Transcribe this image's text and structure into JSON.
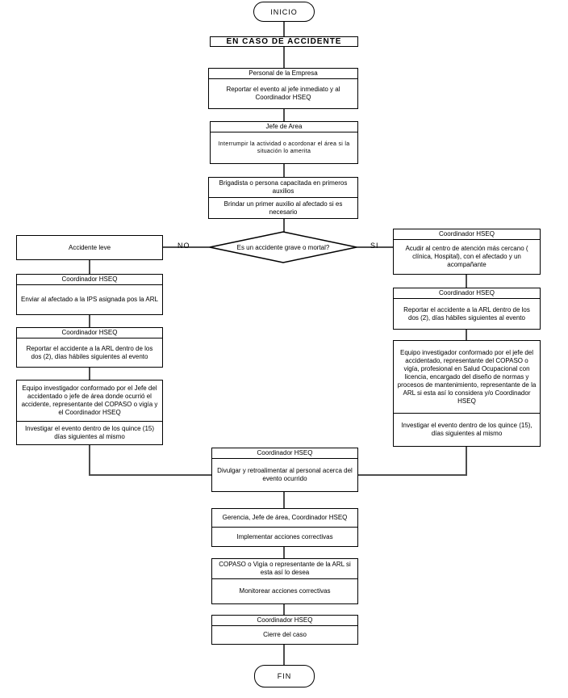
{
  "terminals": {
    "start": "INICIO",
    "end": "FIN"
  },
  "title": "EN CASO DE ACCIDENTE",
  "decision": {
    "question": "Es un accidente grave o mortal?",
    "no_label": "NO",
    "si_label": "SI"
  },
  "nodes": {
    "personal": {
      "header": "Personal de la Empresa",
      "body": "Reportar el evento al jefe inmediato y al Coordinador HSEQ"
    },
    "jefe_area": {
      "header": "Jefe de Area",
      "body": "Interrumpir la actividad o acordonar el área si la situación lo amerita"
    },
    "brigadista": {
      "header": "Brigadista o persona capacitada en primeros auxilios",
      "body": "Brindar un primer auxilio al afectado si es necesario"
    },
    "accidente_leve": {
      "label": "Accidente leve"
    },
    "left_ips": {
      "header": "Coordinador HSEQ",
      "body": "Enviar al afectado a la IPS asignada pos la ARL"
    },
    "left_arl": {
      "header": "Coordinador HSEQ",
      "body": "Reportar el accidente a la ARL dentro de los dos (2), días hábiles siguientes al evento"
    },
    "left_equipo": {
      "header": "Equipo investigador conformado por el Jefe del accidentado o jefe de área donde ocurrió el accidente, representante del COPASO o vigía y el Coordinador HSEQ",
      "body": "Investigar el evento dentro de los quince (15) días siguientes al mismo"
    },
    "right_acudir": {
      "header": "Coordinador HSEQ",
      "body": "Acudir al centro de atención más cercano ( clínica, Hospital), con el afectado y un acompañante"
    },
    "right_arl": {
      "header": "Coordinador HSEQ",
      "body": "Reportar el accidente a la ARL dentro de los dos (2), días hábiles siguientes al evento"
    },
    "right_equipo": {
      "header": "Equipo investigador conformado por el jefe del accidentado, representante del COPASO o vigía, profesional en Salud Ocupacional con licencia, encargado del diseño de normas y procesos de mantenimiento, representante de la ARL si esta así lo considera y/o Coordinador HSEQ",
      "body": "Investigar el evento dentro de los quince (15), días siguientes al mismo"
    },
    "divulgar": {
      "header": "Coordinador HSEQ",
      "body": "Divulgar y retroalimentar al personal acerca del evento ocurrido"
    },
    "gerencia": {
      "header": "Gerencia, Jefe de área, Coordinador HSEQ",
      "body": "Implementar acciones correctivas"
    },
    "copaso": {
      "header": "COPASO o Vigía o representante de la ARL si esta así lo desea",
      "body": "Monitorear acciones correctivas"
    },
    "cierre": {
      "header": "Coordinador HSEQ",
      "body": "Cierre del caso"
    }
  },
  "colors": {
    "line": "#4d4d4d",
    "border": "#000000",
    "background": "#ffffff"
  }
}
